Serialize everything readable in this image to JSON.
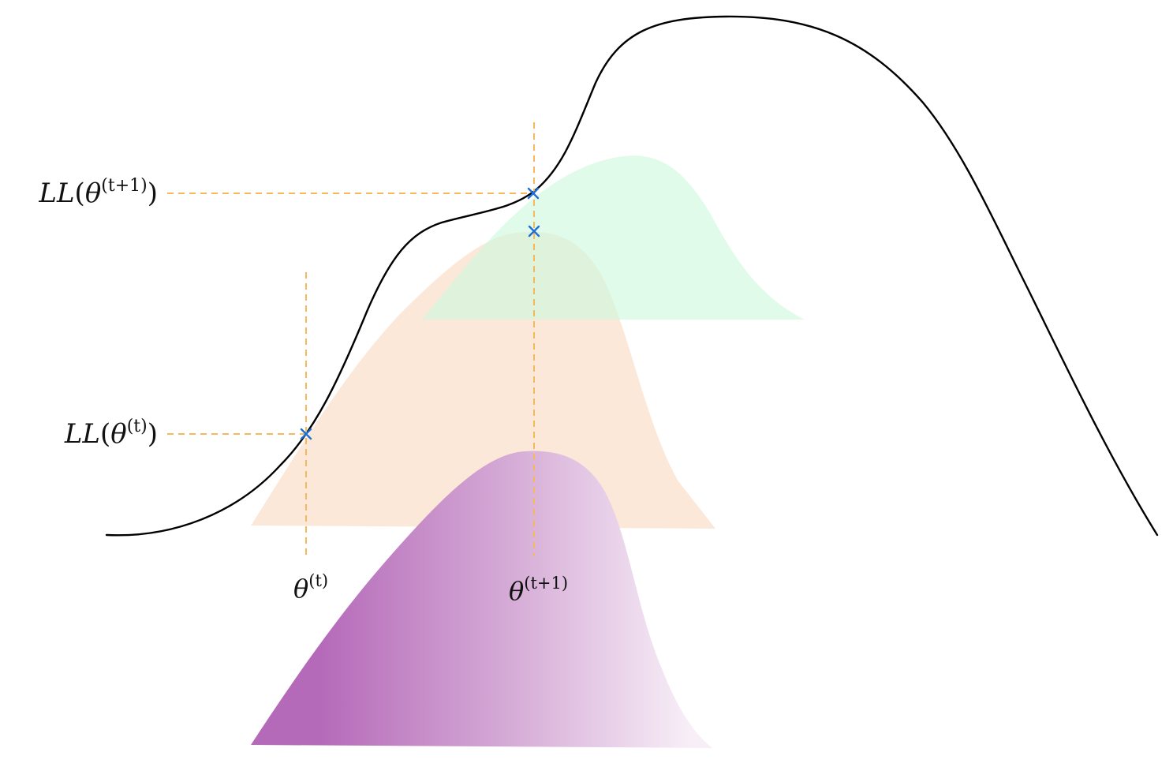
{
  "labels": {
    "ll_next": {
      "func": "LL",
      "open": "(",
      "theta": "θ",
      "sup": "(t+1)",
      "close": ")"
    },
    "ll_curr": {
      "func": "LL",
      "open": "(",
      "theta": "θ",
      "sup": "(t)",
      "close": ")"
    },
    "theta_curr": {
      "theta": "θ",
      "sup": "(t)"
    },
    "theta_next": {
      "theta": "θ",
      "sup": "(t+1)"
    }
  },
  "colors": {
    "curve": "#000000",
    "guide": "#f5b85a",
    "marker": "#1f6fd6",
    "bump_green": "#ccf8dc",
    "bump_peach": "#fbe0cc",
    "bump_purple_dark": "#b56ab9",
    "bump_purple_light": "#f6eaf6"
  }
}
